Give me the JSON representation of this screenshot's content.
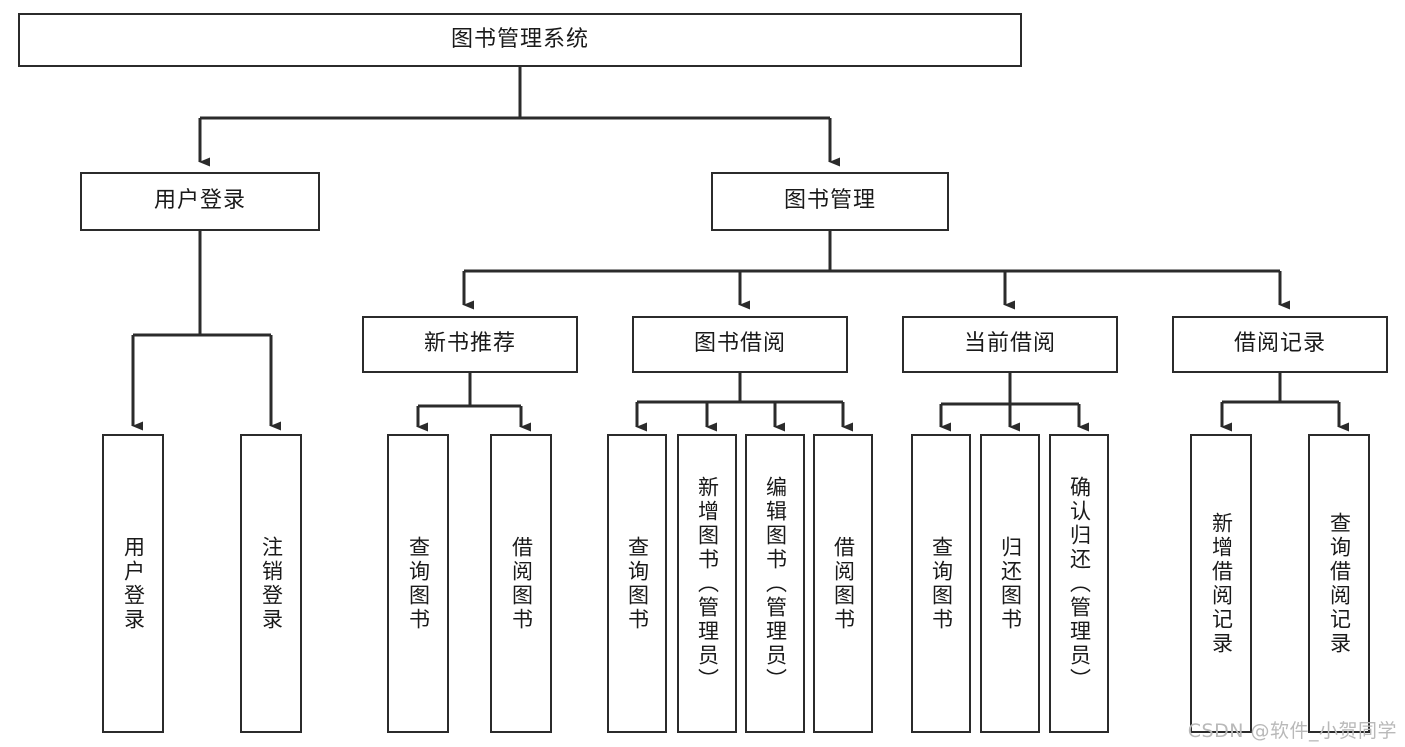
{
  "diagram": {
    "title": "图书管理系统",
    "type": "hierarchy-tree",
    "watermark": "CSDN @软件_小贺同学",
    "colors": {
      "stroke": "#2b2b2b",
      "fill": "#ffffff",
      "text": "#1a1a1a",
      "watermark": "#b9b9b9"
    },
    "nodes": {
      "root": {
        "label": "图书管理系统",
        "orientation": "horizontal"
      },
      "level2": [
        {
          "label": "用户登录",
          "orientation": "horizontal"
        },
        {
          "label": "图书管理",
          "orientation": "horizontal"
        }
      ],
      "level3": [
        {
          "label": "新书推荐",
          "orientation": "horizontal"
        },
        {
          "label": "图书借阅",
          "orientation": "horizontal"
        },
        {
          "label": "当前借阅",
          "orientation": "horizontal"
        },
        {
          "label": "借阅记录",
          "orientation": "horizontal"
        }
      ],
      "leaves": {
        "user_login": [
          {
            "label": "用户登录",
            "orientation": "vertical"
          },
          {
            "label": "注销登录",
            "orientation": "vertical"
          }
        ],
        "new_book_recommend": [
          {
            "label": "查询图书",
            "orientation": "vertical"
          },
          {
            "label": "借阅图书",
            "orientation": "vertical"
          }
        ],
        "book_borrow": [
          {
            "label": "查询图书",
            "orientation": "vertical"
          },
          {
            "label": "新增图书（管理员）",
            "orientation": "vertical"
          },
          {
            "label": "编辑图书（管理员）",
            "orientation": "vertical"
          },
          {
            "label": "借阅图书",
            "orientation": "vertical"
          }
        ],
        "current_borrow": [
          {
            "label": "查询图书",
            "orientation": "vertical"
          },
          {
            "label": "归还图书",
            "orientation": "vertical"
          },
          {
            "label": "确认归还（管理员）",
            "orientation": "vertical"
          }
        ],
        "borrow_record": [
          {
            "label": "新增借阅记录",
            "orientation": "vertical"
          },
          {
            "label": "查询借阅记录",
            "orientation": "vertical"
          }
        ]
      }
    }
  }
}
